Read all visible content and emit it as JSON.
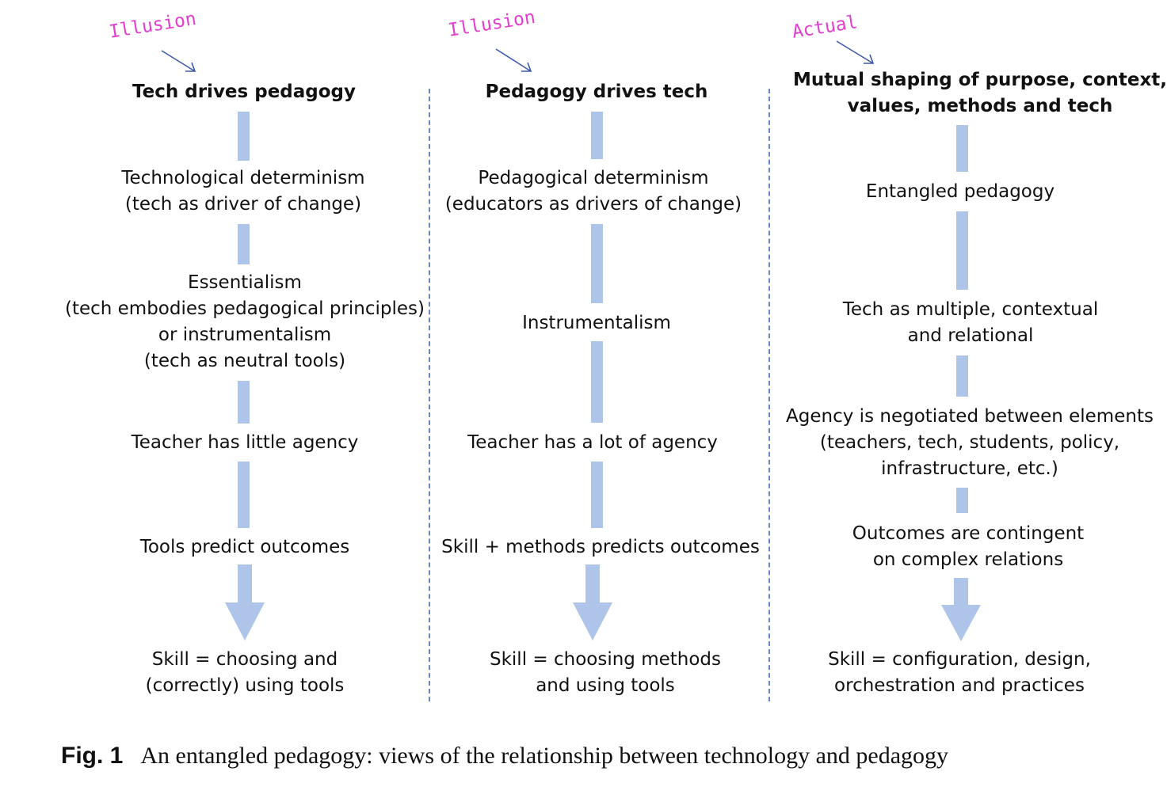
{
  "columns": [
    {
      "tag": "Illusion",
      "heading": "Tech drives pedagogy",
      "nodes": [
        "Technological determinism\n(tech as driver of change)",
        "Essentialism\n(tech embodies pedagogical principles)\nor instrumentalism\n(tech as neutral tools)",
        "Teacher has little agency",
        "Tools predict outcomes",
        "Skill = choosing and\n(correctly) using tools"
      ]
    },
    {
      "tag": "Illusion",
      "heading": "Pedagogy drives tech",
      "nodes": [
        "Pedagogical determinism\n(educators as drivers of change)",
        "Instrumentalism",
        "Teacher has a lot of agency",
        "Skill + methods predicts outcomes",
        "Skill = choosing methods\nand using tools"
      ]
    },
    {
      "tag": "Actual",
      "heading": "Mutual shaping of purpose, context,\nvalues, methods and tech",
      "nodes": [
        "Entangled pedagogy",
        "Tech as multiple, contextual\nand relational",
        "Agency is negotiated between elements\n(teachers, tech, students, policy,\ninfrastructure, etc.)",
        "Outcomes are contingent\non complex relations",
        "Skill = configuration, design,\norchestration and practices"
      ]
    }
  ],
  "caption": {
    "label": "Fig. 1",
    "text": "An entangled pedagogy: views of the relationship between technology and pedagogy"
  },
  "colors": {
    "connector": "#aec4e8",
    "tag": "#e23fd0",
    "divider": "#6c85c4"
  }
}
